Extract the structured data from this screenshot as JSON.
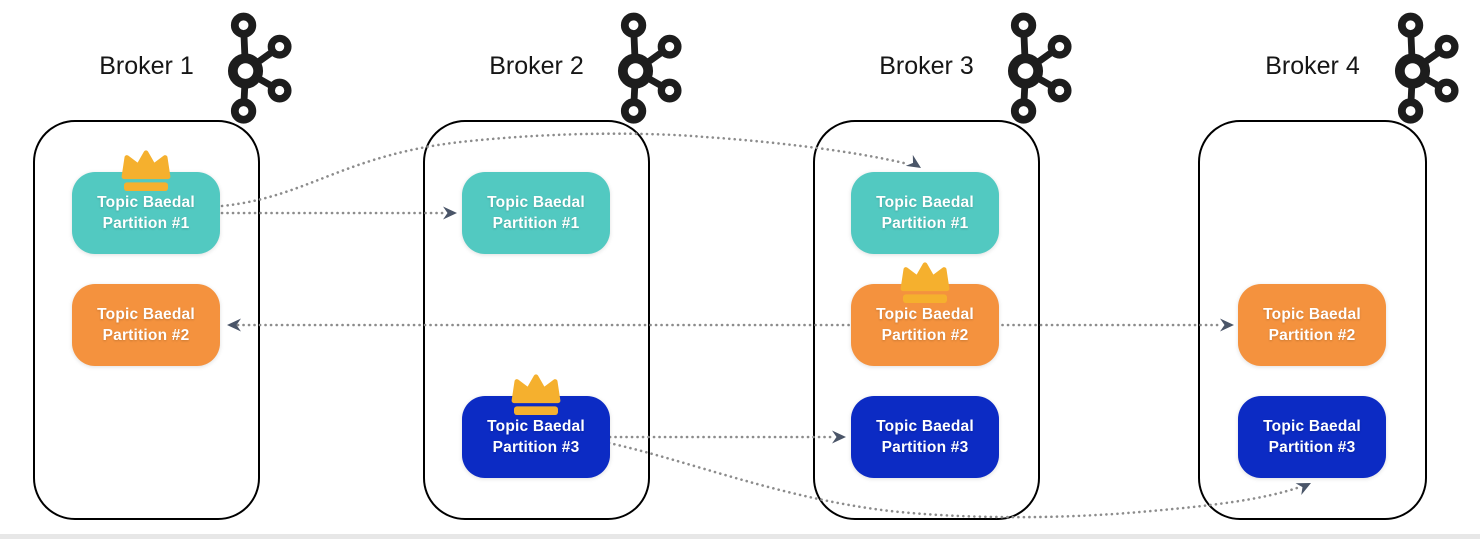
{
  "brokers": [
    {
      "label": "Broker 1",
      "partitions": [
        {
          "line1": "Topic Baedal",
          "line2": "Partition #1",
          "color": "#52C9C1",
          "leader": true
        },
        {
          "line1": "Topic Baedal",
          "line2": "Partition #2",
          "color": "#F4923E",
          "leader": false
        }
      ]
    },
    {
      "label": "Broker 2",
      "partitions": [
        {
          "line1": "Topic Baedal",
          "line2": "Partition #1",
          "color": "#52C9C1",
          "leader": false
        },
        {
          "line1": "Topic Baedal",
          "line2": "Partition #3",
          "color": "#0C2BC4",
          "leader": true
        }
      ]
    },
    {
      "label": "Broker 3",
      "partitions": [
        {
          "line1": "Topic Baedal",
          "line2": "Partition #1",
          "color": "#52C9C1",
          "leader": false
        },
        {
          "line1": "Topic Baedal",
          "line2": "Partition #2",
          "color": "#F4923E",
          "leader": true
        },
        {
          "line1": "Topic Baedal",
          "line2": "Partition #3",
          "color": "#0C2BC4",
          "leader": false
        }
      ]
    },
    {
      "label": "Broker 4",
      "partitions": [
        {
          "line1": "Topic Baedal",
          "line2": "Partition #2",
          "color": "#F4923E",
          "leader": false
        },
        {
          "line1": "Topic Baedal",
          "line2": "Partition #3",
          "color": "#0C2BC4",
          "leader": false
        }
      ]
    }
  ],
  "colors": {
    "partition1_teal": "#52C9C1",
    "partition2_orange": "#F4923E",
    "partition3_blue": "#0C2BC4",
    "crown_amber": "#F5B02E",
    "arrow_dots": "#8C8C8C",
    "arrowhead": "#4A5568",
    "broker_border": "#000000",
    "kafka_logo": "#231F20"
  },
  "replication_links": [
    {
      "from": "Broker 1 / Partition #1 (leader)",
      "to": "Broker 2 / Partition #1"
    },
    {
      "from": "Broker 1 / Partition #1 (leader)",
      "to": "Broker 3 / Partition #1"
    },
    {
      "from": "Broker 3 / Partition #2 (leader)",
      "to": "Broker 1 / Partition #2"
    },
    {
      "from": "Broker 3 / Partition #2 (leader)",
      "to": "Broker 4 / Partition #2"
    },
    {
      "from": "Broker 2 / Partition #3 (leader)",
      "to": "Broker 3 / Partition #3"
    },
    {
      "from": "Broker 2 / Partition #3 (leader)",
      "to": "Broker 4 / Partition #3"
    }
  ]
}
